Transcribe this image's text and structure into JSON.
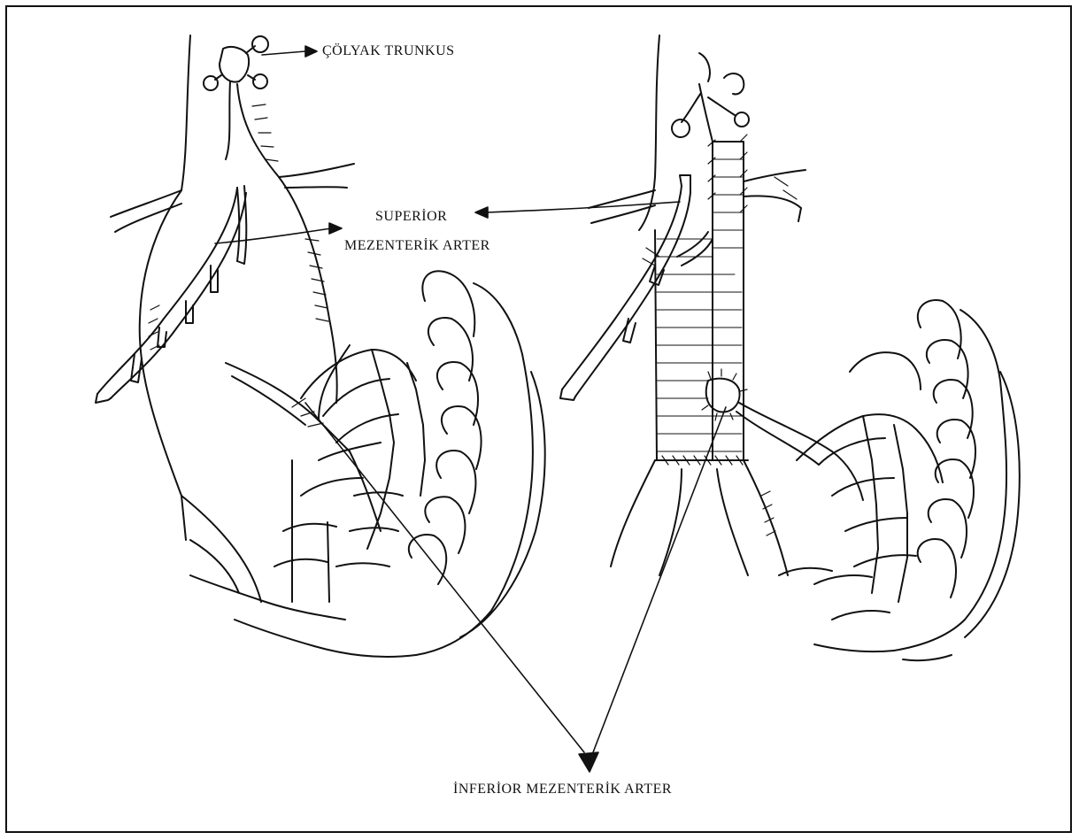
{
  "labels": {
    "celiac_trunk": "ÇÖLYAK TRUNKUS",
    "sma_line1": "SUPERİOR",
    "sma_line2": "MEZENTERİK ARTER",
    "ima": "İNFERİOR MEZENTERİK ARTER"
  },
  "colors": {
    "ink": "#111111",
    "paper": "#ffffff"
  }
}
